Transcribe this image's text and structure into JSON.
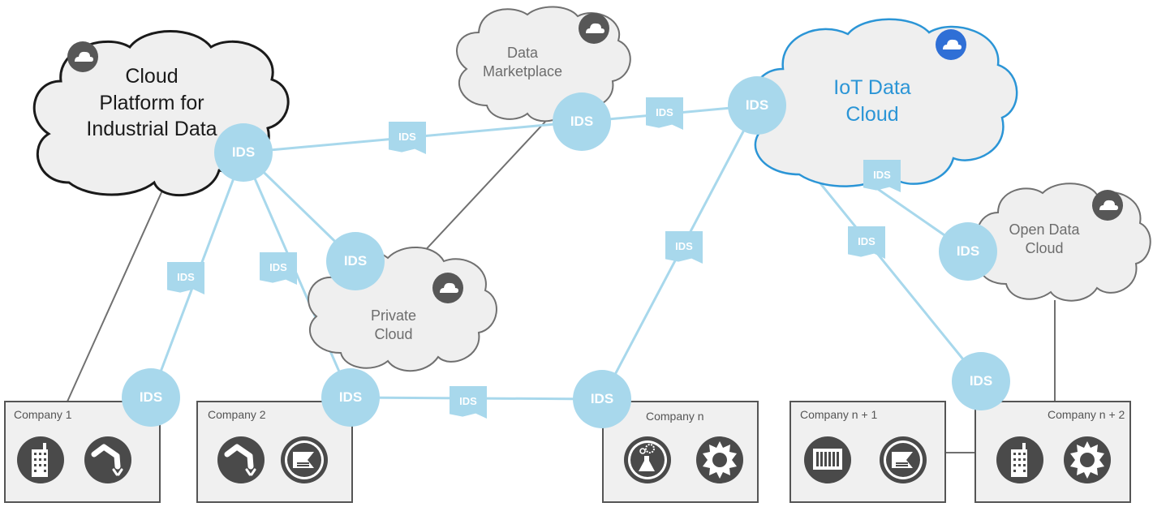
{
  "ids_label": "IDS",
  "clouds": {
    "industrial": "Cloud\nPlatform for\nIndustrial Data",
    "marketplace": "Data\nMarketplace",
    "iot": "IoT Data\nCloud",
    "private": "Private\nCloud",
    "open": "Open Data\nCloud"
  },
  "companies": {
    "c1": "Company 1",
    "c2": "Company 2",
    "cn": "Company n",
    "cn1": "Company n + 1",
    "cn2": "Company n + 2"
  },
  "colors": {
    "ids": "#a8d8ec",
    "cloud_fill": "#efefef",
    "cloud_stroke": "#1a1a1a",
    "iot_stroke": "#2b95d6",
    "link": "#a8d8ec",
    "gray_link": "#707070",
    "icon_dark": "#4a4a4a"
  },
  "icons": {
    "cloud_badge": "cloud-icon",
    "building": "building-icon",
    "robot_arm": "robot-arm-icon",
    "machine": "machine-icon",
    "lab": "lab-icon",
    "gear": "gear-icon",
    "container": "container-icon"
  }
}
